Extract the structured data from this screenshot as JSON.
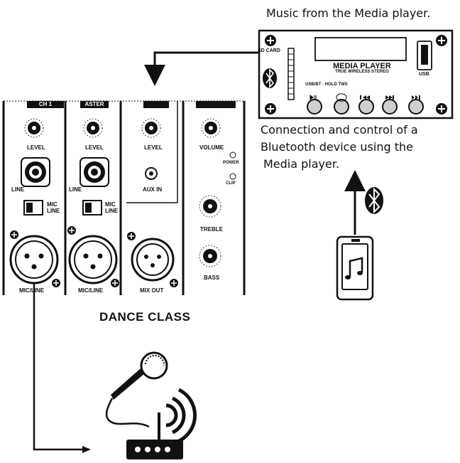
{
  "captions": {
    "top": "Music from the Media player.",
    "connection_line1": "Connection and control of a",
    "connection_line2": "Bluetooth device using the",
    "connection_line3": "Media player."
  },
  "media_player": {
    "title": "MEDIA PLAYER",
    "subtitle": "TRUE WIRELESS STEREO",
    "sd_card": "SD CARD",
    "usb": "USB",
    "usb_bt_label": "USB/BT - HOLD TWS",
    "buttons": [
      "play-pause",
      "repeat",
      "previous",
      "next",
      "next-track"
    ]
  },
  "mixer": {
    "ch1_label": "CH 1",
    "master_label": "ASTER",
    "level_label": "LEVEL",
    "volume_label": "VOLUME",
    "line_label": "LINE",
    "mic_label": "MIC",
    "mic_line_label": "MIC/LINE",
    "aux_in_label": "AUX IN",
    "mix_out_label": "MIX OUT",
    "power_label": "POWER",
    "clip_label": "CLIP",
    "treble_label": "TREBLE",
    "bass_label": "BASS"
  },
  "dance_class": "DANCE CLASS",
  "icons": {
    "bluetooth": "bluetooth-icon",
    "music_note": "music-note-icon",
    "microphone": "microphone-icon",
    "wireless_receiver": "wireless-receiver-icon"
  }
}
